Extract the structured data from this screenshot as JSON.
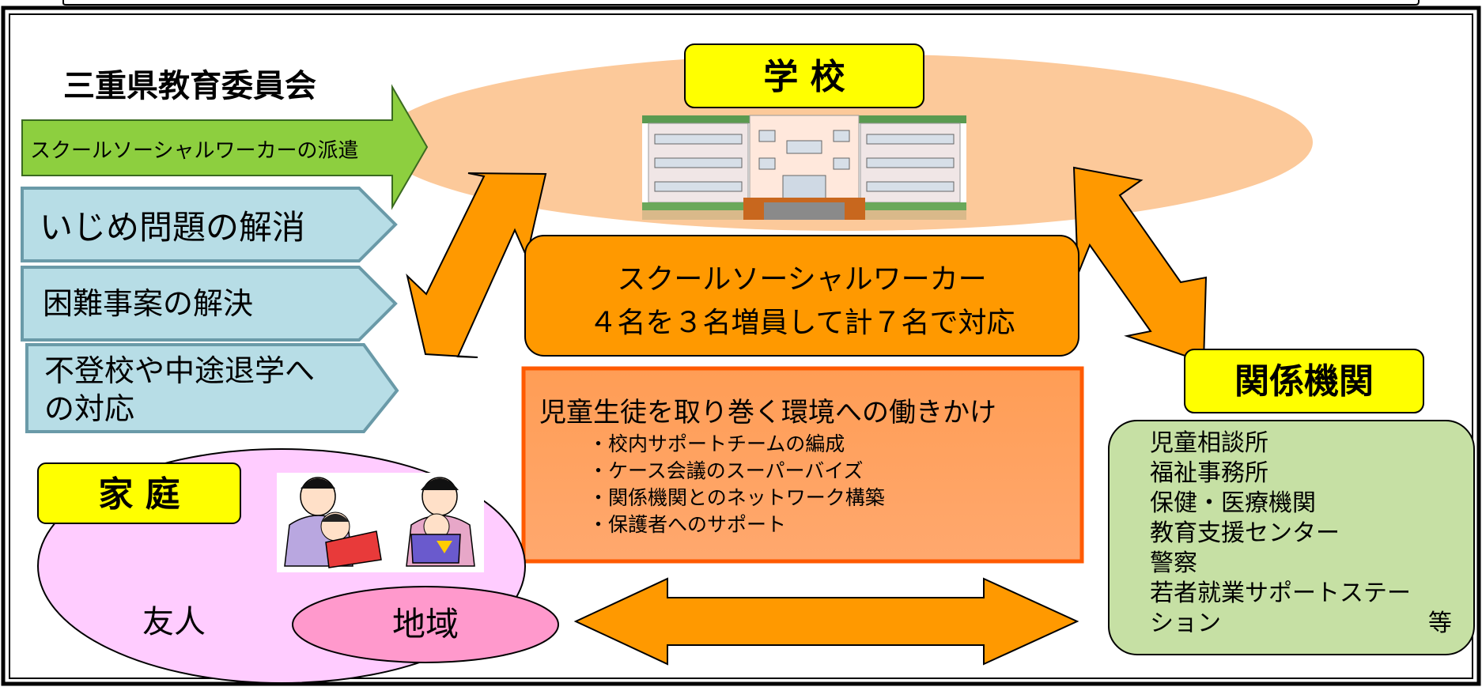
{
  "board": {
    "title": "三重県教育委員会",
    "dispatch_label": "スクールソーシャルワーカーの派遣",
    "goals": [
      "いじめ問題の解消",
      "困難事案の解決",
      "不登校や中途退学へ",
      "の対応"
    ]
  },
  "school": {
    "label": "学 校"
  },
  "ssw": {
    "line1": "スクールソーシャルワーカー",
    "line2": "４名を３名増員して計７名で対応"
  },
  "environment": {
    "heading": "児童生徒を取り巻く環境への働きかけ",
    "items": [
      "・校内サポートチームの編成",
      "・ケース会議のスーパーバイズ",
      "・関係機関とのネットワーク構築",
      "・保護者へのサポート"
    ]
  },
  "home": {
    "label": "家 庭",
    "friends": "友人",
    "community": "地域"
  },
  "agencies": {
    "label": "関係機関",
    "items": [
      "児童相談所",
      "福祉事務所",
      "保健・医療機関",
      "教育支援センター",
      "警察",
      "若者就業サポートステー",
      "ション"
    ],
    "etc": "等"
  },
  "colors": {
    "yellow_label": "#ffff00",
    "orange_arrow": "#ff9900",
    "school_ellipse": "#fcc99a",
    "green_arrow": "#8dcf3f",
    "goal_chevron": "#b7dde6",
    "environment_box": "#ffa060",
    "home_ellipse": "#ffccff",
    "community_ellipse": "#ff99cc",
    "agency_box": "#c6e0a4"
  }
}
